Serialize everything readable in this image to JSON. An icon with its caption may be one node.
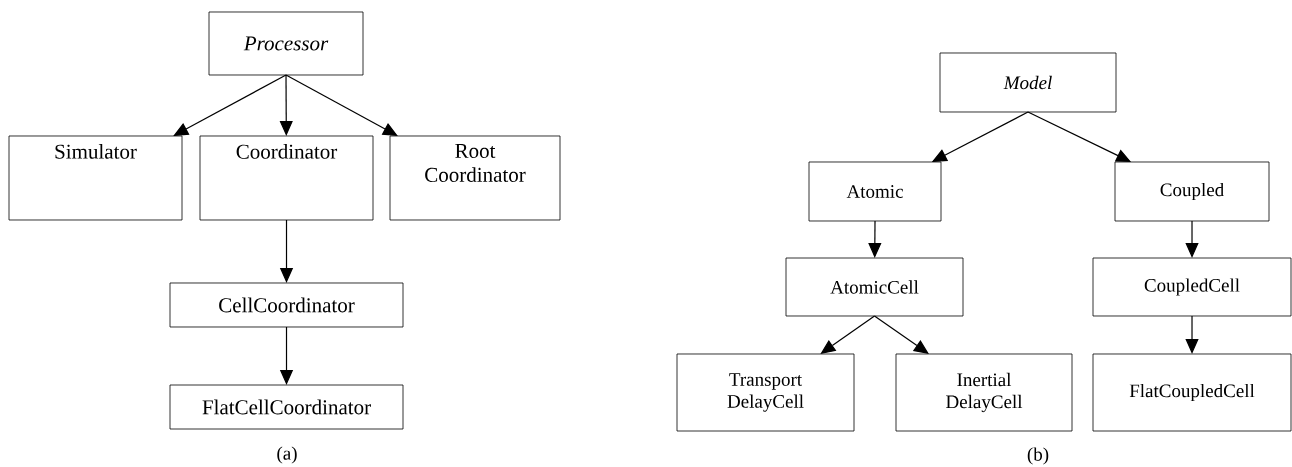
{
  "diagram": {
    "nodes": [
      {
        "text": [
          "Processor"
        ]
      },
      {
        "text": [
          "Simulator"
        ]
      },
      {
        "text": [
          "Coordinator"
        ]
      },
      {
        "text": [
          "Root Coordinator"
        ]
      },
      {
        "text": [
          "CellCoordinator"
        ]
      },
      {
        "text": [
          "FlatCellCoordinator"
        ]
      },
      {
        "text": [
          "Model"
        ]
      },
      {
        "text": [
          "Atomic"
        ]
      },
      {
        "text": [
          "Coupled"
        ]
      },
      {
        "text": [
          "AtomicCell"
        ]
      },
      {
        "text": [
          "CoupledCell"
        ]
      },
      {
        "text": [
          "Transport DelayCell"
        ]
      },
      {
        "text": [
          "Inertial DelayCell"
        ]
      },
      {
        "text": [
          "FlatCoupledCell"
        ]
      }
    ],
    "edges": [
      {
        "from": 0,
        "to": 1,
        "arrow": "to"
      },
      {
        "from": 0,
        "to": 2,
        "arrow": "to"
      },
      {
        "from": 0,
        "to": 3,
        "arrow": "to"
      },
      {
        "from": 2,
        "to": 4,
        "arrow": "to"
      },
      {
        "from": 4,
        "to": 5,
        "arrow": "to"
      },
      {
        "from": 6,
        "to": 7,
        "arrow": "to"
      },
      {
        "from": 6,
        "to": 8,
        "arrow": "to"
      },
      {
        "from": 7,
        "to": 9,
        "arrow": "to"
      },
      {
        "from": 8,
        "to": 10,
        "arrow": "to"
      },
      {
        "from": 9,
        "to": 11,
        "arrow": "to"
      },
      {
        "from": 9,
        "to": 12,
        "arrow": "to"
      },
      {
        "from": 10,
        "to": 13,
        "arrow": "to"
      }
    ],
    "labels": [
      "(a)",
      "(b)"
    ]
  }
}
